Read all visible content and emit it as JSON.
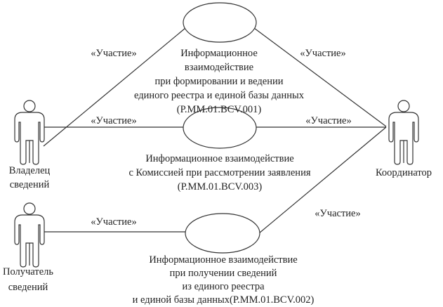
{
  "actors": [
    {
      "id": "owner",
      "lines": [
        "Владелец",
        "сведений"
      ]
    },
    {
      "id": "recipient",
      "lines": [
        "Получатель",
        "сведений"
      ]
    },
    {
      "id": "coordinator",
      "lines": [
        "Координатор"
      ]
    }
  ],
  "use_cases": [
    {
      "id": "uc1",
      "lines": [
        "Информационное",
        "взаимодействие",
        "при формировании и ведении",
        "единого реестра и единой базы данных",
        "(Р.ММ.01.BCV.001)"
      ]
    },
    {
      "id": "uc2",
      "lines": [
        "Информационное взаимодействие",
        "с Комиссией при рассмотрении заявления",
        "(Р.ММ.01.BCV.003)"
      ]
    },
    {
      "id": "uc3",
      "lines": [
        "Информационное взаимодействие",
        "при получении сведений",
        "из единого реестра",
        "и единой базы данных(Р.ММ.01.BCV.002)"
      ]
    }
  ],
  "stereotype": "«Участие»"
}
